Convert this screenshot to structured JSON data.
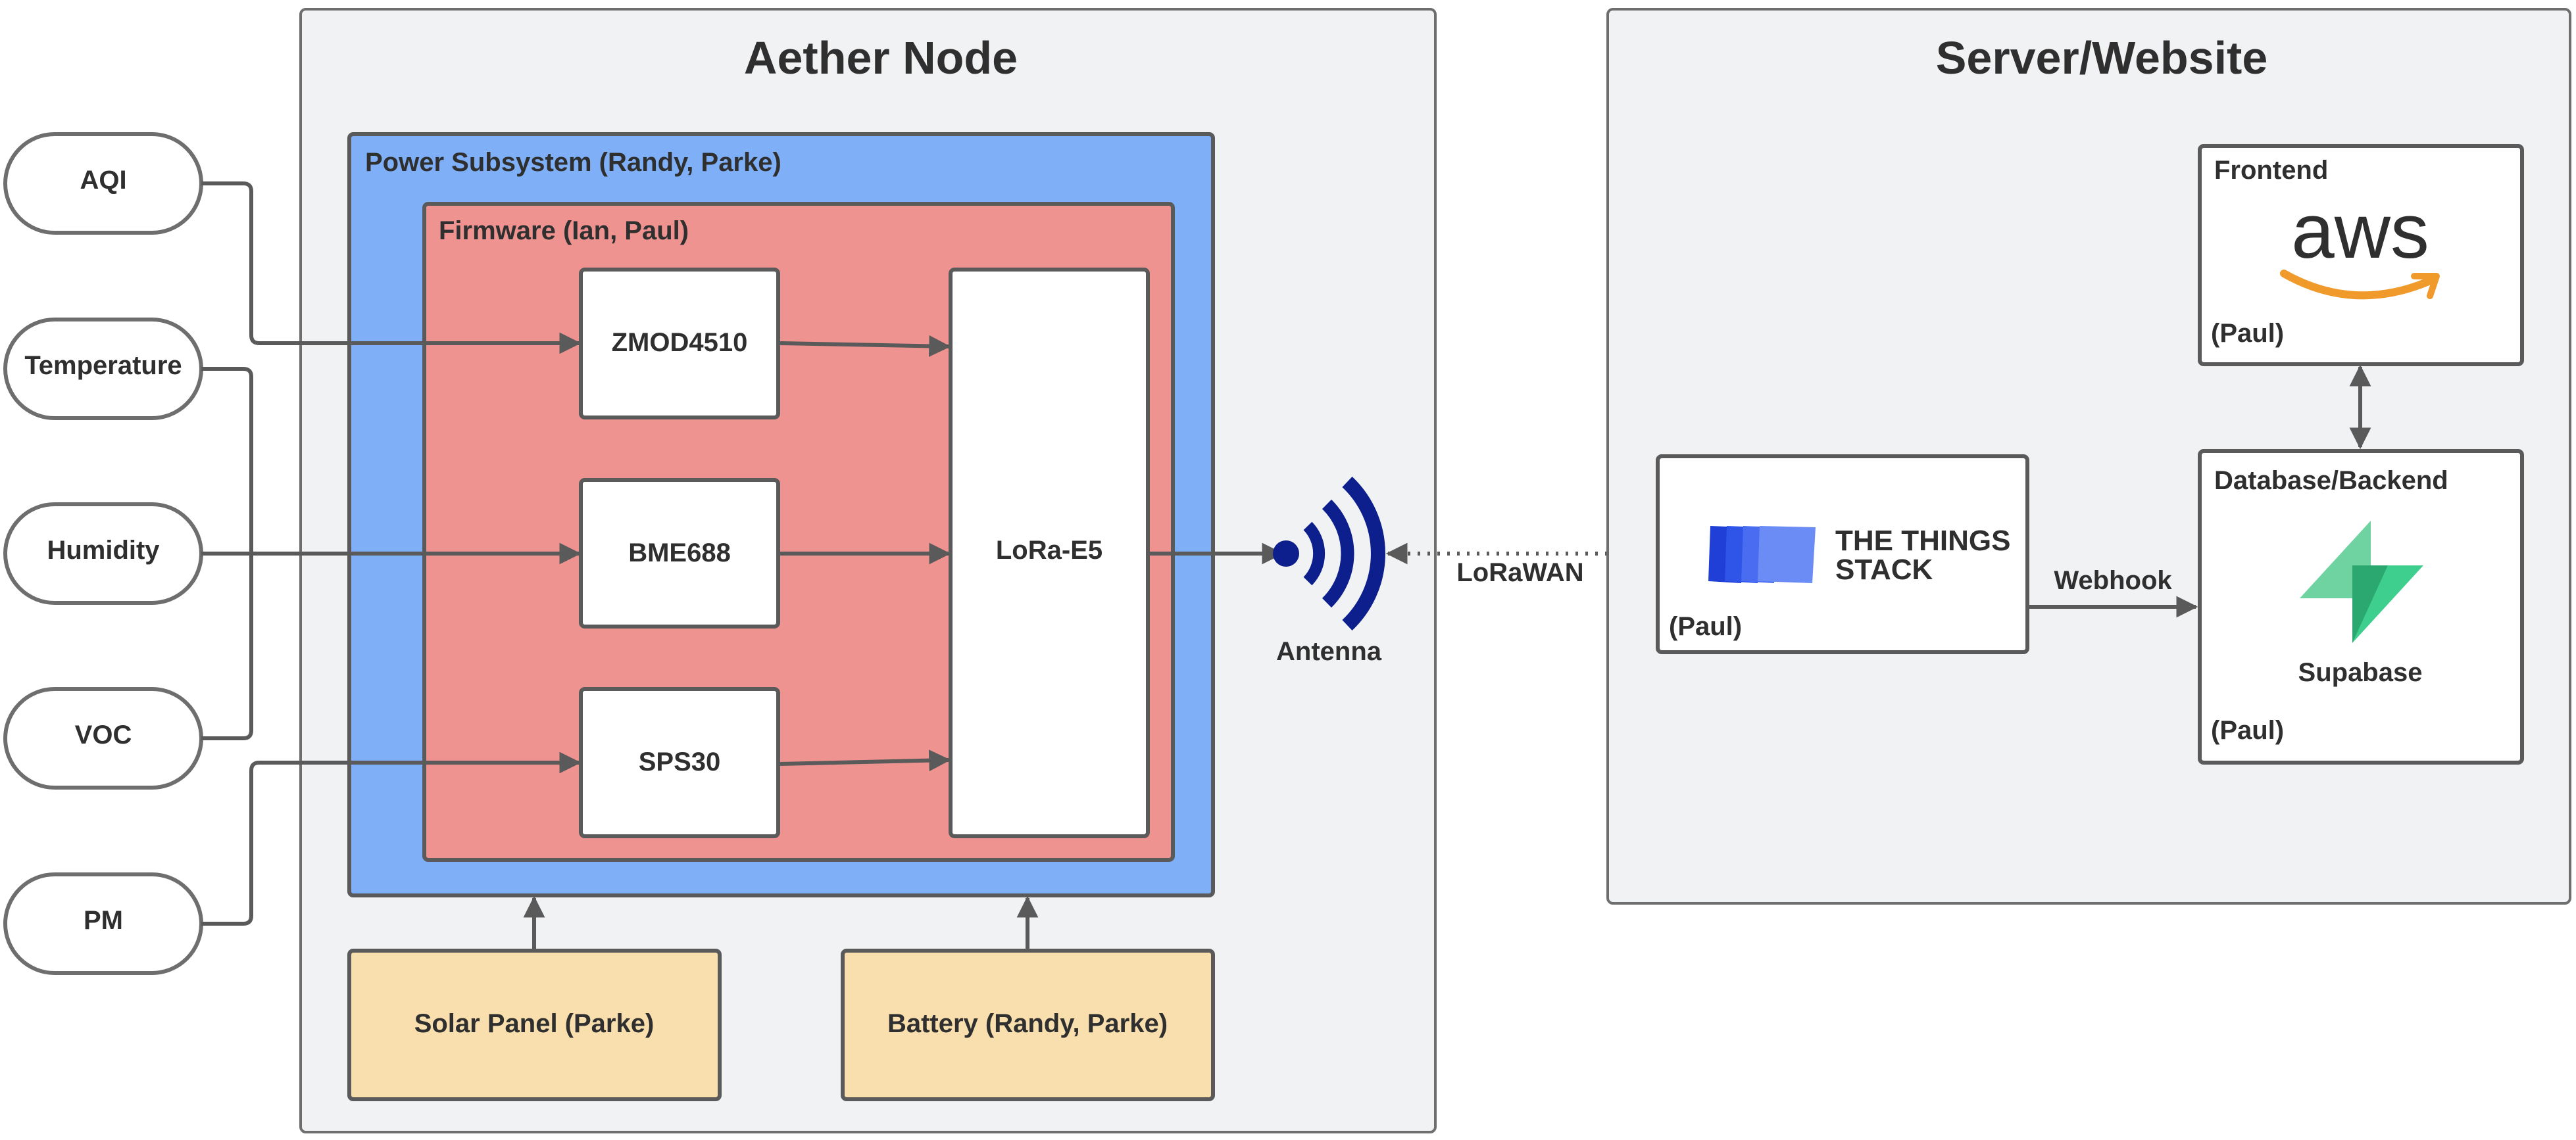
{
  "inputs": {
    "aqi": "AQI",
    "temperature": "Temperature",
    "humidity": "Humidity",
    "voc": "VOC",
    "pm": "PM"
  },
  "node": {
    "title": "Aether Node",
    "power_label": "Power Subsystem (Randy, Parke)",
    "firmware_label": "Firmware (Ian, Paul)",
    "zmod": "ZMOD4510",
    "bme": "BME688",
    "sps": "SPS30",
    "lora": "LoRa-E5",
    "solar": "Solar Panel (Parke)",
    "battery": "Battery (Randy, Parke)"
  },
  "antenna": {
    "label": "Antenna"
  },
  "link": {
    "label": "LoRaWAN"
  },
  "server": {
    "title": "Server/Website",
    "tts": {
      "line1": "THE THINGS",
      "line2": "STACK",
      "owner": "(Paul)"
    },
    "webhook": "Webhook",
    "frontend": {
      "label": "Frontend",
      "logo": "aws",
      "owner": "(Paul)"
    },
    "backend": {
      "label": "Database/Backend",
      "name": "Supabase",
      "owner": "(Paul)"
    }
  },
  "colors": {
    "panel": "#f1f2f4",
    "panel_border": "#6e6e6e",
    "power": "#7fb0f7",
    "firmware": "#ef9390",
    "source": "#f9dfae",
    "antenna": "#0c1f8c",
    "tts_logo": "#2f4ce8",
    "aws_arrow": "#f09a2c",
    "supabase": "#3ecf8e",
    "line": "#5a5a5a"
  },
  "icons": [
    "wifi-antenna-icon",
    "things-stack-logo-icon",
    "aws-smile-icon",
    "supabase-bolt-icon"
  ]
}
